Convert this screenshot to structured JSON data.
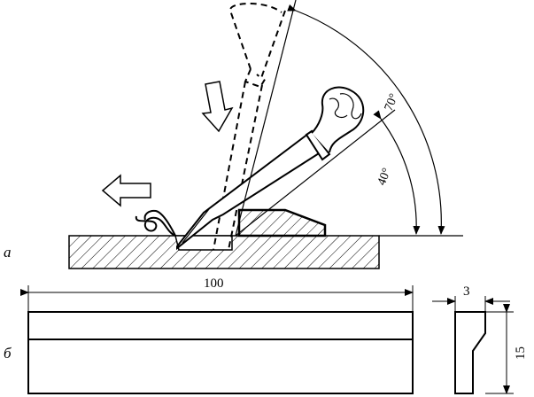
{
  "part_labels": {
    "top": "а",
    "bottom": "б"
  },
  "angles": {
    "steep_label": "70°",
    "shallow_label": "40°"
  },
  "dimensions": {
    "bar_length": "100",
    "section_width": "3",
    "section_height": "15"
  }
}
